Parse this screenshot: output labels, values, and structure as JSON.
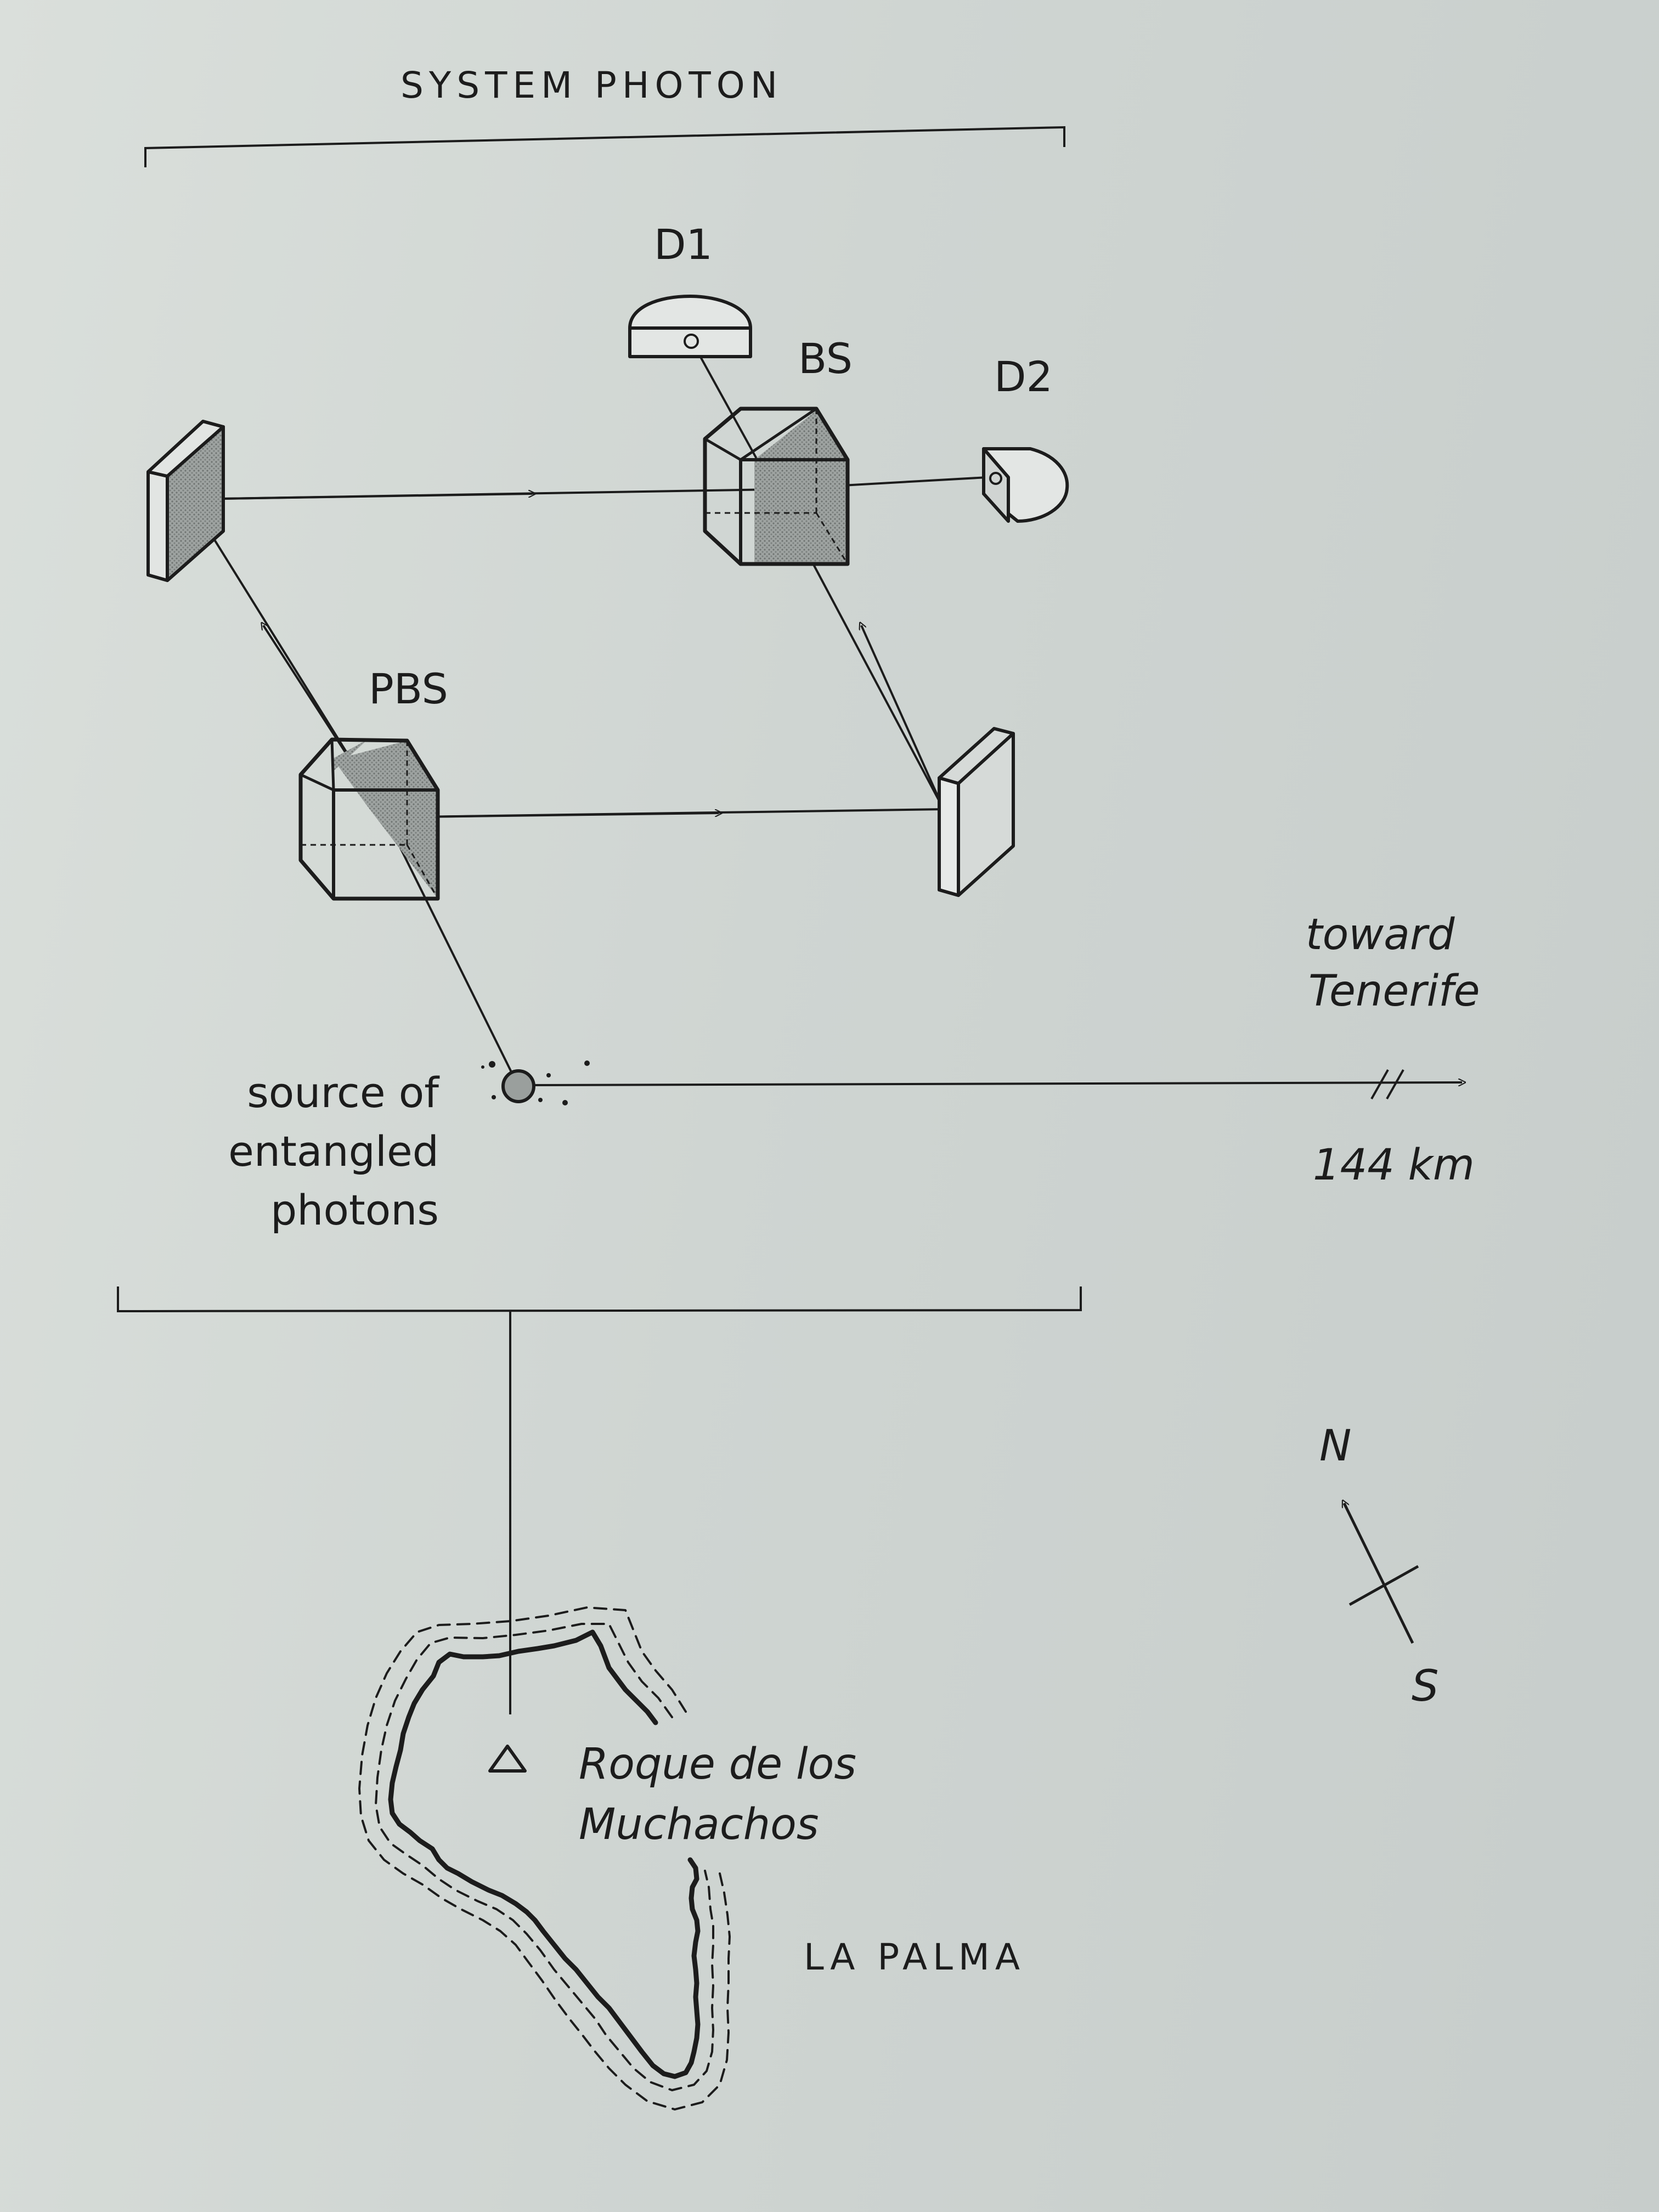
{
  "diagram": {
    "title": "SYSTEM PHOTON",
    "labels": {
      "d1": "D1",
      "d2": "D2",
      "bs": "BS",
      "pbs": "PBS",
      "source": [
        "source of",
        "entangled",
        "photons"
      ],
      "toward": [
        "toward",
        "Tenerife"
      ],
      "distance": "144 km",
      "compass_n": "N",
      "compass_s": "S",
      "peak": [
        "Roque de los",
        "Muchachos"
      ],
      "island": "LA PALMA"
    }
  }
}
